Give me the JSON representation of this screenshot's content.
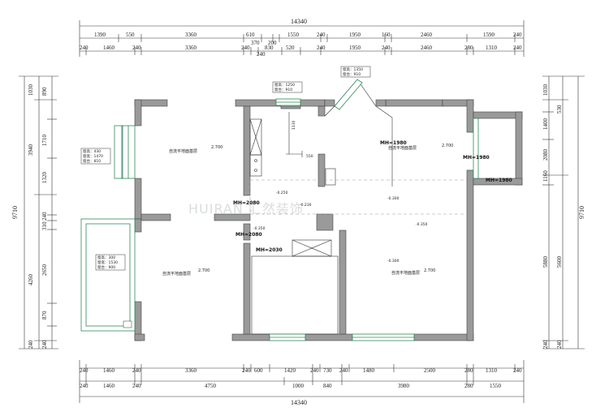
{
  "total_width": "14340",
  "total_height": "9710",
  "top_row1": [
    "1390",
    "550",
    "3360",
    "610",
    "370",
    "200",
    "1550",
    "240",
    "1950",
    "160",
    "2460",
    "1590",
    "240"
  ],
  "top_row2": [
    "240",
    "1460",
    "240",
    "3360",
    "240",
    "240",
    "830",
    "520",
    "240",
    "1950",
    "240",
    "2460",
    "280",
    "1310",
    "240"
  ],
  "bottom_row1": [
    "240",
    "1460",
    "240",
    "3360",
    "240",
    "600",
    "1420",
    "240",
    "730",
    "240",
    "1480",
    "2500",
    "280",
    "1310",
    "240"
  ],
  "bottom_row2": [
    "240",
    "1460",
    "240",
    "4750",
    "1000",
    "840",
    "3980",
    "280",
    "1550"
  ],
  "left_outer": [
    "1030",
    "3940",
    "4260",
    "240"
  ],
  "left_inner": [
    "890",
    "1710",
    "1320",
    "240",
    "310",
    "2650",
    "870",
    "240"
  ],
  "right_outer": [
    "1030",
    "1400",
    "2080",
    "1160",
    "5880",
    "240"
  ],
  "right_inner": [
    "530",
    "5600",
    "240"
  ],
  "room_labels": {
    "room_a": "自流平地面基层",
    "room_b": "自流平地面基层",
    "room_c": "自流平地面基层",
    "room_d": "自流平地面基层",
    "elev_a": "2.700",
    "elev_b": "2.700",
    "elev_c": "2.700",
    "elev_d": "2.700"
  },
  "mh_labels": {
    "mh1": "MH=2080",
    "mh2": "MH=2080",
    "mh3": "MH=2030",
    "mh4": "MH=1980",
    "mh5": "MH=1980",
    "mh6": "MH=1980"
  },
  "levels": {
    "l1": "-0.250",
    "l2": "-0.230",
    "l3": "-0.350",
    "l4": "-0.350",
    "l5": "-0.300",
    "l6": "-0.300"
  },
  "kitchen_dims": {
    "d1": "1130",
    "d2": "550"
  },
  "window_tags": {
    "w_top": [
      "窗高：1250",
      "窗台：910"
    ],
    "w_diag": [
      "窗高：1350",
      "窗台：910"
    ],
    "w_left": [
      "窗高：430",
      "窗宽：1470",
      "窗台：810"
    ],
    "w_bay": [
      "窗高：300",
      "窗宽：1530",
      "窗台：900"
    ]
  },
  "watermark": "HUIRAN 汇然装饰"
}
